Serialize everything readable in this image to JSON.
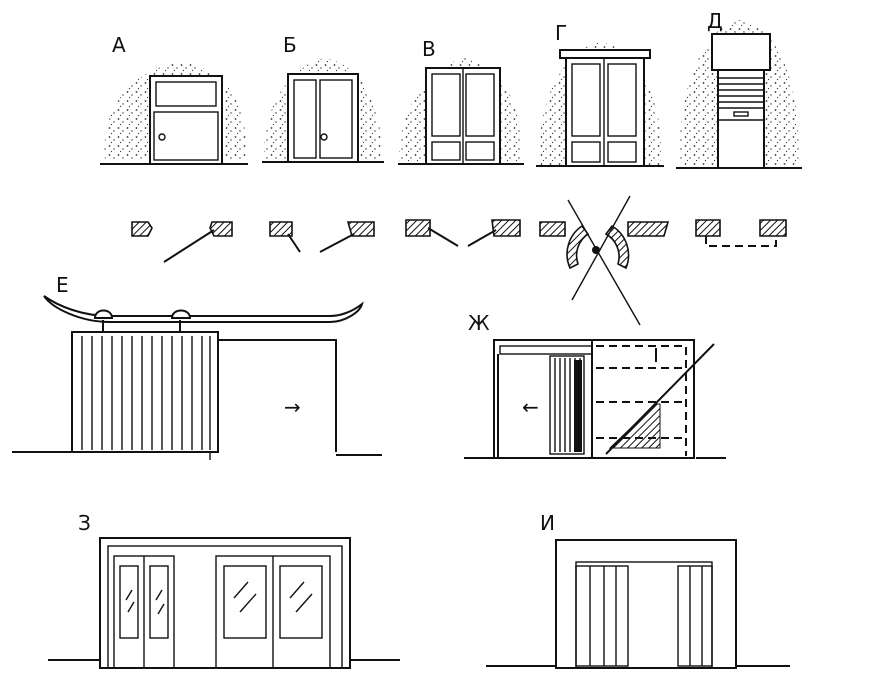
{
  "labels": {
    "a": "А",
    "b": "Б",
    "v": "В",
    "g": "Г",
    "d": "Д",
    "e": "Е",
    "zh": "Ж",
    "z": "З",
    "i": "И"
  },
  "arrows": {
    "right": "→",
    "left": "←"
  },
  "colors": {
    "ink": "#111111",
    "paper": "#ffffff"
  }
}
